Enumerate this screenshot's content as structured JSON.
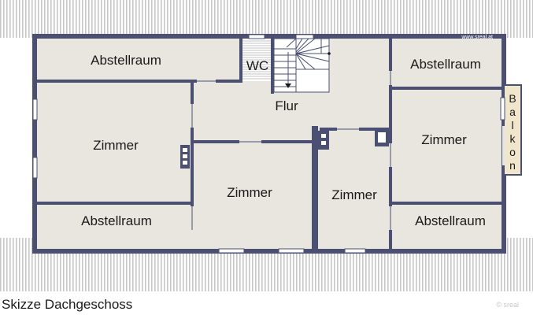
{
  "watermark": "www.sreal.at",
  "caption": "Skizze Dachgeschoss",
  "corner_mark": "© sreal",
  "colors": {
    "wall": "#4b5072",
    "floor": "#e8e6de",
    "roof_stripe": "#c8c8c8",
    "balcony": "#efe6cc"
  },
  "rooms": {
    "abstellraum_top_left": "Abstellraum",
    "wc": "WC",
    "flur": "Flur",
    "abstellraum_top_right": "Abstellraum",
    "zimmer_left": "Zimmer",
    "zimmer_center": "Zimmer",
    "zimmer_center_right": "Zimmer",
    "zimmer_right": "Zimmer",
    "abstellraum_bottom_left": "Abstellraum",
    "abstellraum_bottom_right": "Abstellraum",
    "balkon": [
      "B",
      "a",
      "l",
      "k",
      "o",
      "n"
    ]
  }
}
